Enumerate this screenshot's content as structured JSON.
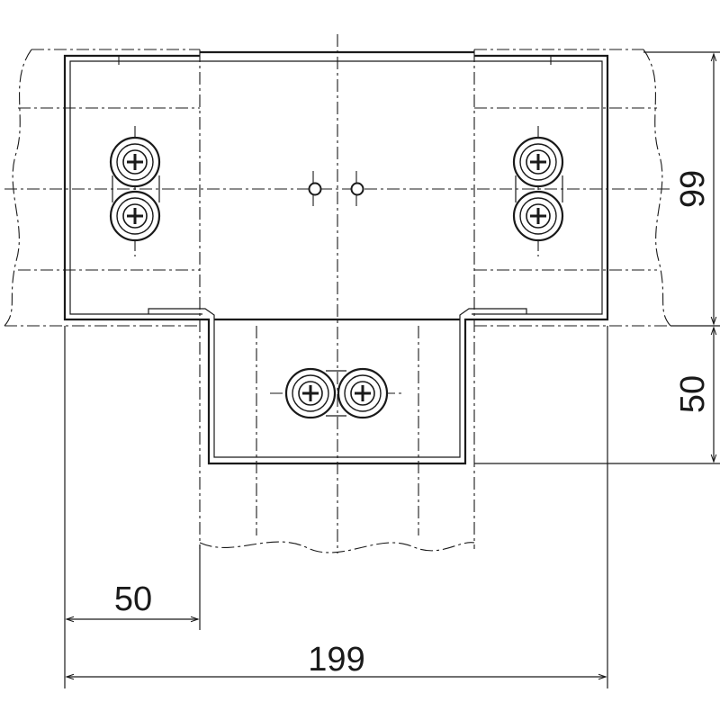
{
  "drawing": {
    "dimensions": {
      "total_width": "199",
      "branch_offset": "50",
      "main_height": "99",
      "branch_depth": "50"
    }
  }
}
